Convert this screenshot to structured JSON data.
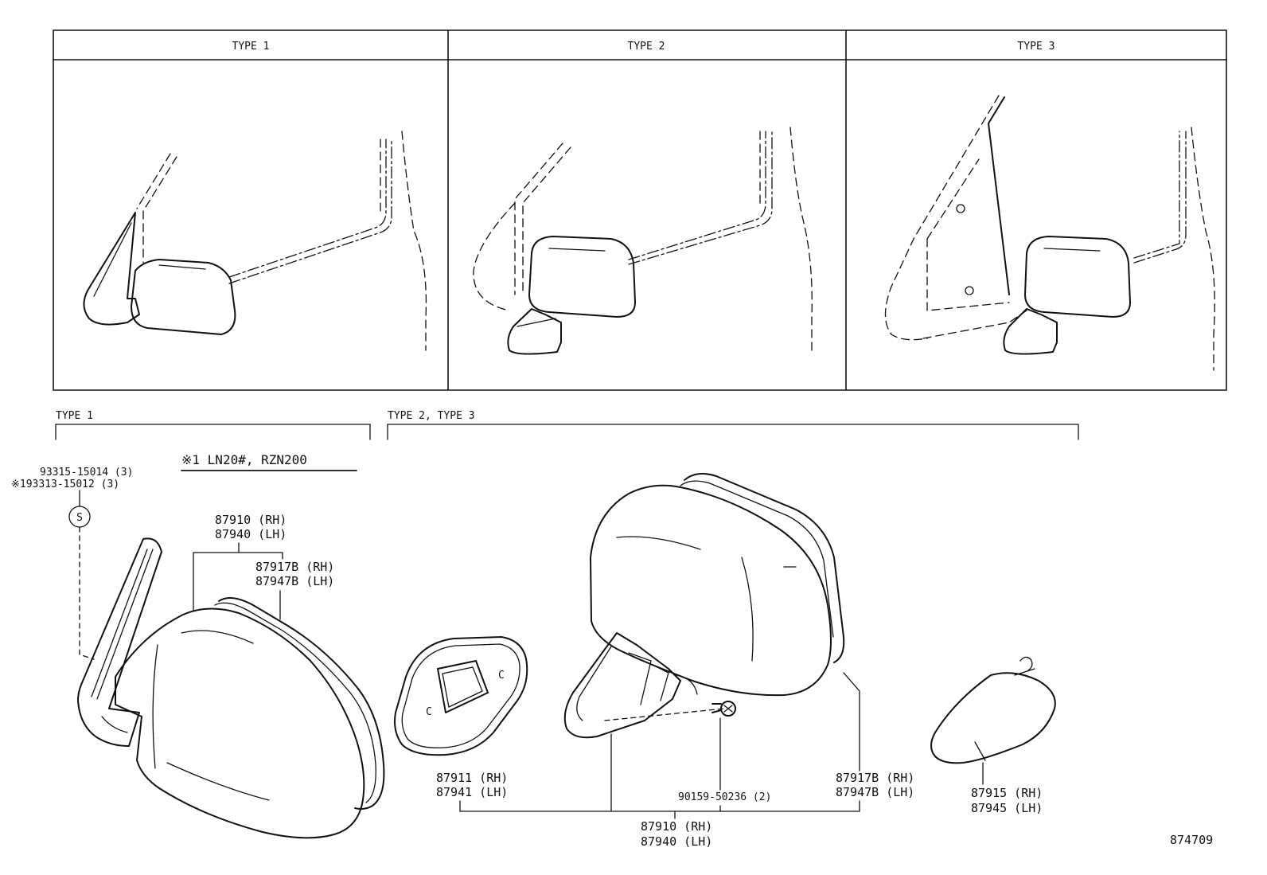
{
  "panels": [
    {
      "title": "TYPE 1"
    },
    {
      "title": "TYPE 2"
    },
    {
      "title": "TYPE 3"
    }
  ],
  "sections": {
    "left_title": "TYPE 1",
    "right_title": "TYPE 2, TYPE 3"
  },
  "note": "※1  LN20#, RZN200",
  "labels": {
    "screw_std": "93315-15014 (3)",
    "screw_alt": "※193313-15012 (3)",
    "s_symbol": "S",
    "l_mirror_rh": "87910 (RH)",
    "l_mirror_lh": "87940 (LH)",
    "l_outer_rh": "87917B (RH)",
    "l_outer_lh": "87947B (LH)",
    "r_gasket_rh": "87911 (RH)",
    "r_gasket_lh": "87941 (LH)",
    "r_bolt": "90159-50236 (2)",
    "r_outer_rh": "87917B (RH)",
    "r_outer_lh": "87947B (LH)",
    "r_mirror_rh": "87910 (RH)",
    "r_mirror_lh": "87940 (LH)",
    "r_cover_rh": "87915 (RH)",
    "r_cover_lh": "87945 (LH)",
    "diagram_no": "874709"
  },
  "icons": {
    "bolt": "bolt-icon",
    "s_marker": "s-circle-icon"
  }
}
